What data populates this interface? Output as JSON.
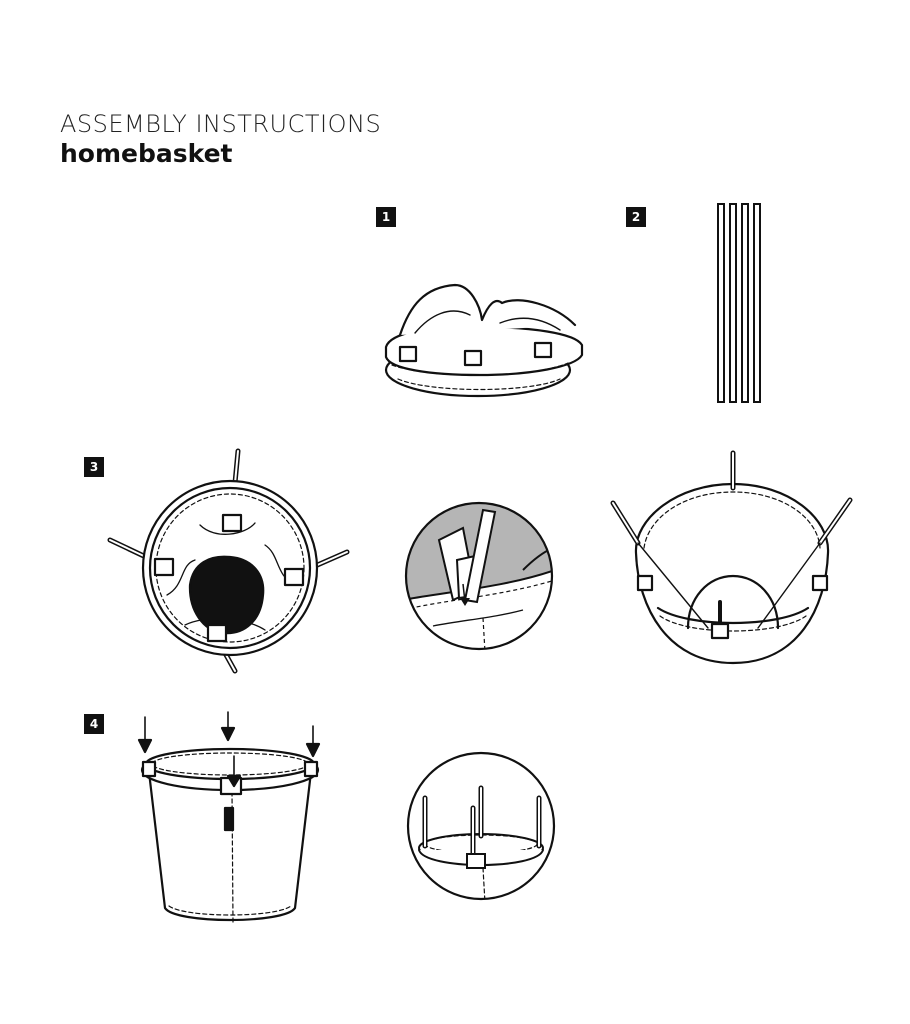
{
  "header": {
    "kicker": "ASSEMBLY INSTRUCTIONS",
    "product": "homebasket"
  },
  "steps": [
    {
      "number": "1"
    },
    {
      "number": "2"
    },
    {
      "number": "3"
    },
    {
      "number": "4"
    }
  ],
  "colors": {
    "ink": "#111111",
    "paper": "#ffffff",
    "detail_fill": "#b5b5b5"
  }
}
